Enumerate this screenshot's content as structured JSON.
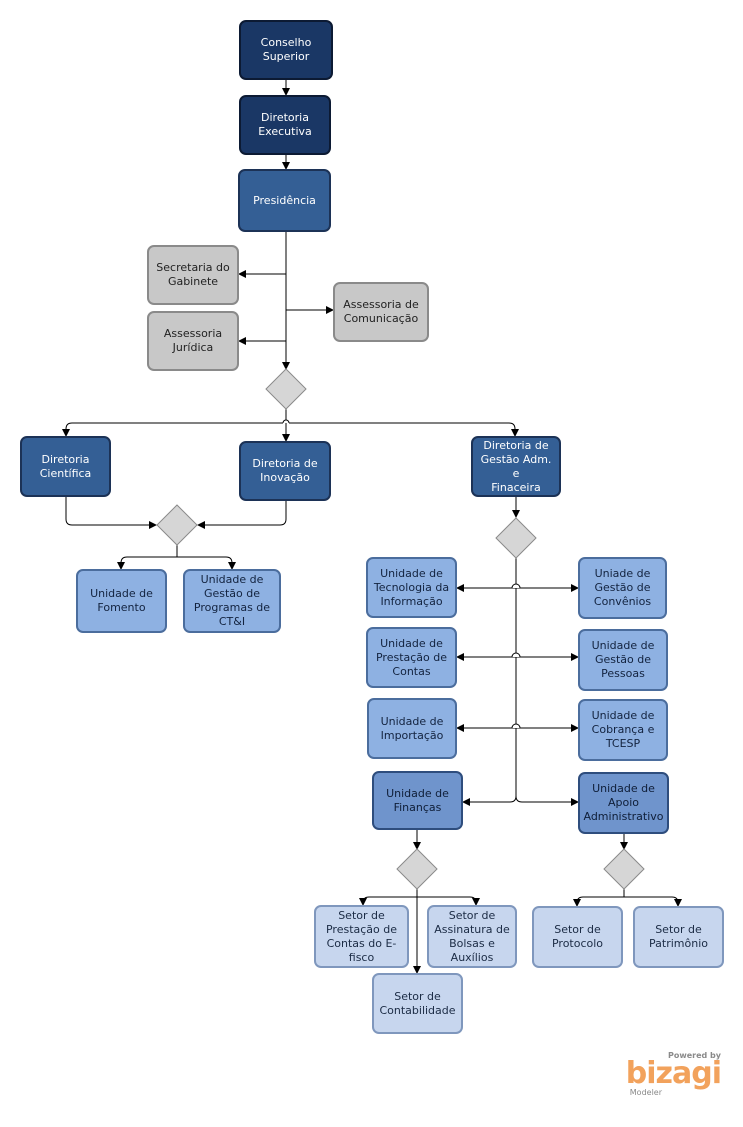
{
  "nodes": {
    "conselho": "Conselho\nSuperior",
    "diretoria_executiva": "Diretoria\nExecutiva",
    "presidencia": "Presidência",
    "secretaria": "Secretaria do\nGabinete",
    "assessoria_juridica": "Assessoria\nJurídica",
    "assessoria_comunicacao": "Assessoria de\nComunicação",
    "diretoria_cientifica": "Diretoria\nCientífica",
    "diretoria_inovacao": "Diretoria de\nInovação",
    "diretoria_gestao": "Diretoria de\nGestão Adm. e\nFinaceira",
    "unidade_fomento": "Unidade de\nFomento",
    "unidade_programas": "Unidade de\nGestão de\nProgramas de\nCT&I",
    "unidade_ti": "Unidade de\nTecnologia da\nInformação",
    "unidade_prestacao": "Unidade de\nPrestação de\nContas",
    "unidade_importacao": "Unidade de\nImportação",
    "unidade_financas": "Unidade de\nFinanças",
    "unidade_convenios": "Uniade de\nGestão de\nConvênios",
    "unidade_pessoas": "Unidade  de\nGestão de\nPessoas",
    "unidade_cobranca": "Unidade de\nCobrança e\nTCESP",
    "unidade_apoio": "Unidade de\nApoio\nAdministrativo",
    "setor_prestacao": "Setor de\nPrestação de\nContas do E-\nfisco",
    "setor_assinatura": "Setor de\nAssinatura de\nBolsas e\nAuxílios",
    "setor_contabilidade": "Setor de\nContabilidade",
    "setor_protocolo": "Setor de\nProtocolo",
    "setor_patrimonio": "Setor de\nPatrimônio"
  },
  "branding": {
    "powered_by": "Powered by",
    "logo": "bizagi",
    "product": "Modeler"
  },
  "colors": {
    "dark": "#1a3765",
    "medium": "#345f95",
    "light_blue": "#8eb1e2",
    "pale_blue": "#c7d6ee",
    "gray": "#c8c8c8",
    "gateway": "#d6d6d6",
    "brand_orange": "#f2a25c"
  }
}
